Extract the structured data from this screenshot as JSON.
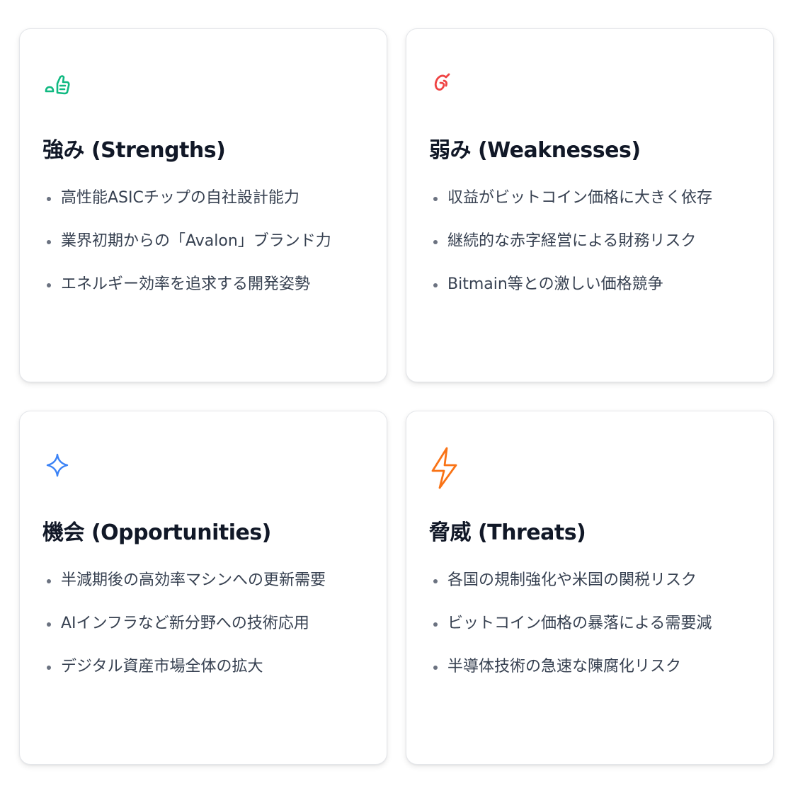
{
  "cards": [
    {
      "id": "strengths",
      "icon": "thumbs-up-icon",
      "icon_color": "#10b981",
      "title": "強み (Strengths)",
      "items": [
        "高性能ASICチップの自社設計能力",
        "業界初期からの「Avalon」ブランド力",
        "エネルギー効率を追求する開発姿勢"
      ]
    },
    {
      "id": "weaknesses",
      "icon": "thumbs-down-icon",
      "icon_color": "#ef4444",
      "title": "弱み (Weaknesses)",
      "items": [
        "収益がビットコイン価格に大きく依存",
        "継続的な赤字経営による財務リスク",
        "Bitmain等との激しい価格競争"
      ]
    },
    {
      "id": "opportunities",
      "icon": "sparkle-icon",
      "icon_color": "#3b82f6",
      "title": "機会 (Opportunities)",
      "items": [
        "半減期後の高効率マシンへの更新需要",
        "AIインフラなど新分野への技術応用",
        "デジタル資産市場全体の拡大"
      ]
    },
    {
      "id": "threats",
      "icon": "lightning-bolt-icon",
      "icon_color": "#f97316",
      "title": "脅威 (Threats)",
      "items": [
        "各国の規制強化や米国の関税リスク",
        "ビットコイン価格の暴落による需要減",
        "半導体技術の急速な陳腐化リスク"
      ]
    }
  ]
}
